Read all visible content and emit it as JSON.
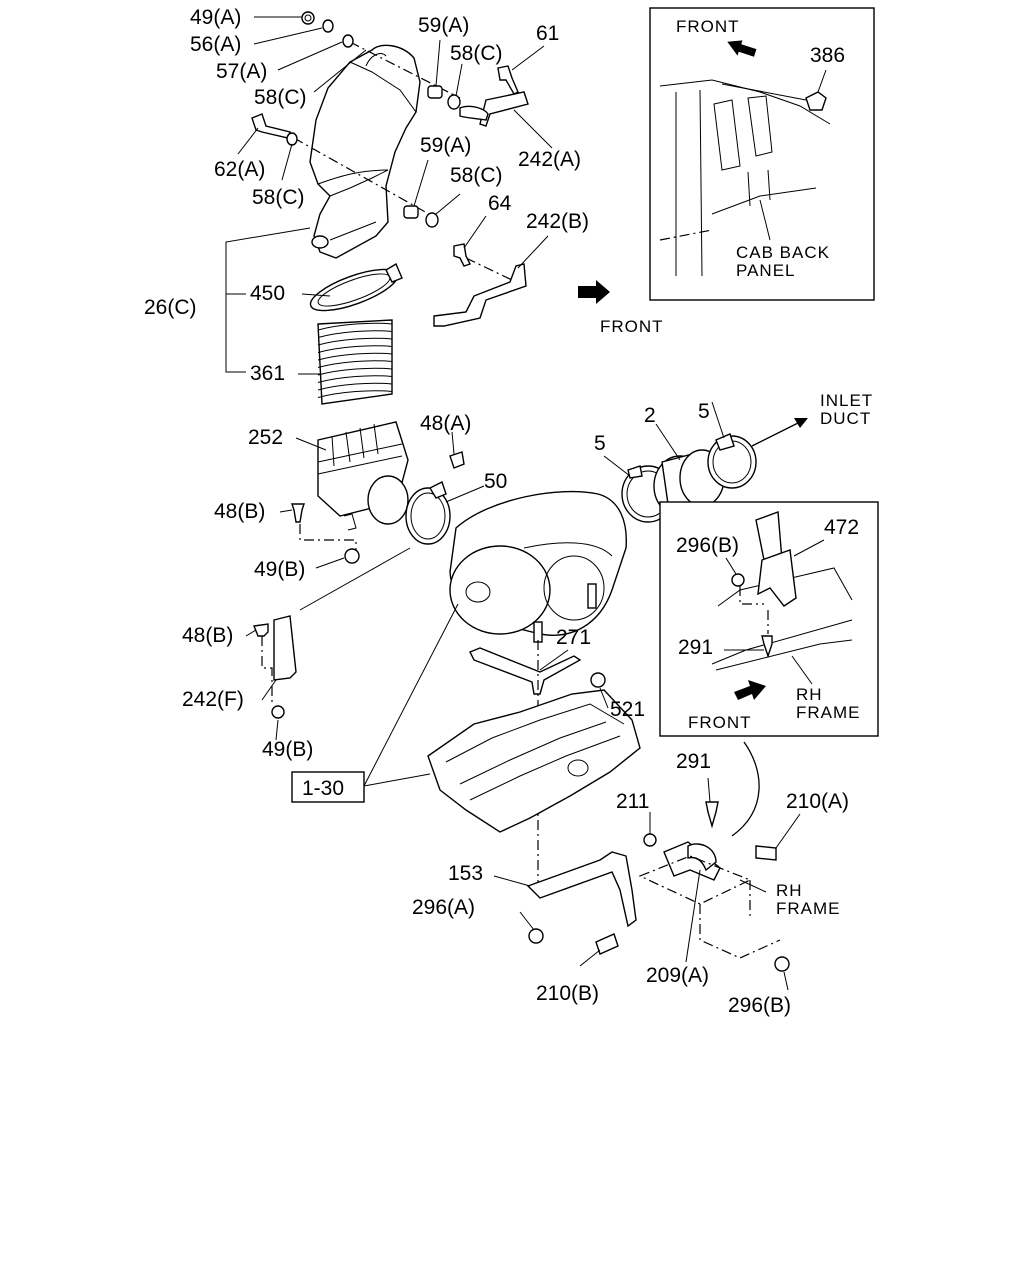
{
  "labels": {
    "l49a": "49(A)",
    "l56a": "56(A)",
    "l57a": "57(A)",
    "l58c_1": "58(C)",
    "l59a_1": "59(A)",
    "l58c_2": "58(C)",
    "l61": "61",
    "l62a": "62(A)",
    "l58c_3": "58(C)",
    "l59a_2": "59(A)",
    "l58c_4": "58(C)",
    "l242a": "242(A)",
    "l64": "64",
    "l242b": "242(B)",
    "l26c": "26(C)",
    "l450": "450",
    "l361": "361",
    "l252": "252",
    "l48a": "48(A)",
    "l50": "50",
    "l48b_1": "48(B)",
    "l49b_1": "49(B)",
    "l48b_2": "48(B)",
    "l242f": "242(F)",
    "l49b_2": "49(B)",
    "l1_30": "1-30",
    "l271": "271",
    "l521": "521",
    "l5_1": "5",
    "l2": "2",
    "l5_2": "5",
    "l296b_1": "296(B)",
    "l472": "472",
    "l291_1": "291",
    "l291_2": "291",
    "l211": "211",
    "l210a": "210(A)",
    "l153": "153",
    "l296a": "296(A)",
    "l210b": "210(B)",
    "l209a": "209(A)",
    "l296b_2": "296(B)",
    "l386": "386"
  },
  "notes": {
    "front_inset": "FRONT",
    "front_main": "FRONT",
    "front_inset2": "FRONT",
    "cab_back_panel_1": "CAB BACK",
    "cab_back_panel_2": "PANEL",
    "inlet_duct_1": "INLET",
    "inlet_duct_2": "DUCT",
    "rh_frame_inset_1": "RH",
    "rh_frame_inset_2": "FRAME",
    "rh_frame_main_1": "RH",
    "rh_frame_main_2": "FRAME"
  }
}
